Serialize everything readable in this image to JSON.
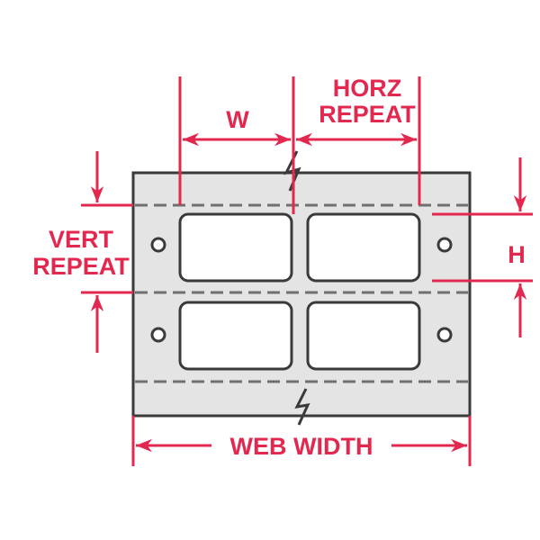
{
  "labels": {
    "w": "W",
    "horz_repeat_line1": "HORZ",
    "horz_repeat_line2": "REPEAT",
    "vert_repeat_line1": "VERT",
    "vert_repeat_line2": "REPEAT",
    "h": "H",
    "web_width": "WEB WIDTH"
  },
  "colors": {
    "dimension": "#e3284f",
    "outline": "#3a3a3a",
    "web_fill": "#e4e4e4",
    "label_fill": "#ffffff"
  }
}
